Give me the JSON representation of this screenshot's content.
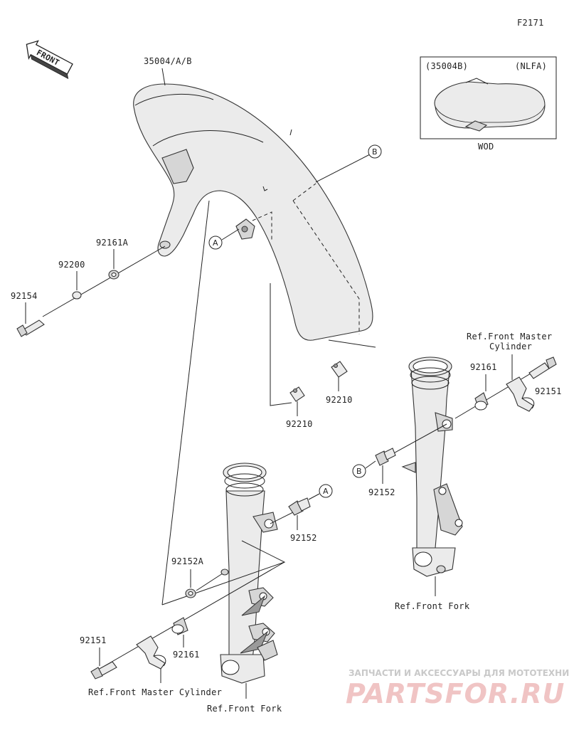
{
  "diagram_code": "F2171",
  "front_label": "FRONT",
  "inset": {
    "left_label": "(35004B)",
    "right_label": "(NLFA)",
    "caption": "WOD"
  },
  "parts": {
    "fender": "35004/A/B",
    "bolt_92154": "92154",
    "washer_92200": "92200",
    "collar_92161A": "92161A",
    "nut_92210_left": "92210",
    "nut_92210_right": "92210",
    "collar_92161_right": "92161",
    "bolt_92151_right": "92151",
    "bolt_92152_right": "92152",
    "bolt_92152_left": "92152",
    "collar_92152A": "92152A",
    "collar_92161_left": "92161",
    "bolt_92151_left": "92151"
  },
  "callouts": {
    "a": "A",
    "b": "B"
  },
  "references": {
    "master_cylinder_right": "Ref.Front Master\nCylinder",
    "master_cylinder_left": "Ref.Front Master Cylinder",
    "front_fork_right": "Ref.Front Fork",
    "front_fork_left": "Ref.Front Fork"
  },
  "watermark": {
    "line1": "ЗАПЧАСТИ И АКСЕССУАРЫ ДЛЯ МОТОТЕХНИКИ",
    "line2": "PARTSFOR.RU"
  }
}
